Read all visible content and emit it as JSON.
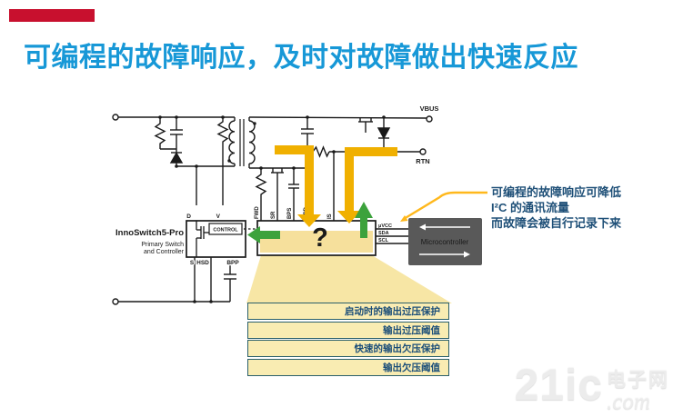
{
  "slide": {
    "title": "可编程的故障响应，及时对故障做出快速反应"
  },
  "annotation": {
    "lines": [
      "可编程的故障响应可降低",
      "I²C 的通讯流量",
      "而故障会被自行记录下来"
    ]
  },
  "circuit": {
    "terminals": {
      "vbus": "VBUS",
      "rtn": "RTN"
    },
    "primary_ic": {
      "name": "InnoSwitch5-Pro",
      "subtitle1": "Primary Switch",
      "subtitle2": "and Controller",
      "control": "CONTROL",
      "pin_d": "D",
      "pin_v": "V",
      "pin_s": "S",
      "pin_hsd": "HSD",
      "pin_bpp": "BPP"
    },
    "secondary_ic": {
      "pins_top": [
        "FWD",
        "SR",
        "BPS",
        "GPD",
        "IS"
      ],
      "pins_right": [
        "μVCC",
        "SDA",
        "SCL"
      ]
    },
    "microcontroller": "Microcontroller",
    "question_mark": "?"
  },
  "fault_table": {
    "rows": [
      "启动时的输出过压保护",
      "输出过压阈值",
      "快速的输出欠压保护",
      "输出欠压阈值"
    ]
  },
  "watermark": {
    "brand": "21ic",
    "site": "电子网",
    "tld": ".com"
  },
  "colors": {
    "title_blue": "#1798D7",
    "accent_red": "#C8102E",
    "arrow_yellow": "#F0B000",
    "arrow_green": "#3CA23C",
    "callout_yellow": "#FFB81C",
    "beam_yellow": "#F7E6A5",
    "ic_highlight": "#F6E09C",
    "table_fill": "#F9ECB2",
    "table_border": "#2A5F6A",
    "text_navy": "#1F5078",
    "mcu_gray": "#595959"
  }
}
